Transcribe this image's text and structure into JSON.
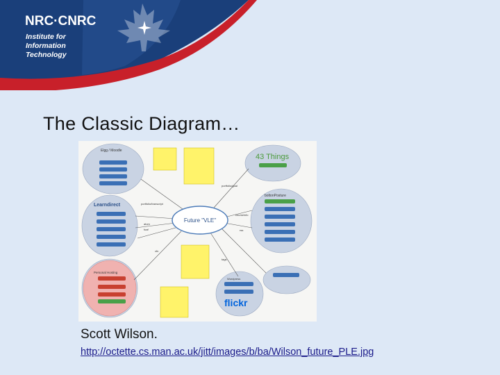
{
  "header": {
    "org_logo": "NRC·CNRC",
    "institute_lines": [
      "Institute for",
      "Information",
      "Technology"
    ]
  },
  "slide": {
    "title": "The Classic Diagram…",
    "caption": "Scott Wilson.",
    "link": "http://octette.cs.man.ac.uk/jitt/images/b/ba/Wilson_future_PLE.jpg"
  },
  "colors": {
    "background": "#dde8f6",
    "banner_navy": "#1a3f7a",
    "banner_red": "#c8202a",
    "link": "#1a1a8a"
  },
  "diagram": {
    "center_label": "Future \"VLE\"",
    "services": [
      "43 Things",
      "Learndirect",
      "Personal Hosting",
      "flickr",
      "boltonPosture",
      "Elgg / Moodle",
      "Wordpress"
    ],
    "flows": [
      "portfolio/transcript",
      "courseinfo",
      "rss",
      "atom",
      "foaf",
      "portfolio/goal",
      "xfn",
      "tags"
    ]
  }
}
